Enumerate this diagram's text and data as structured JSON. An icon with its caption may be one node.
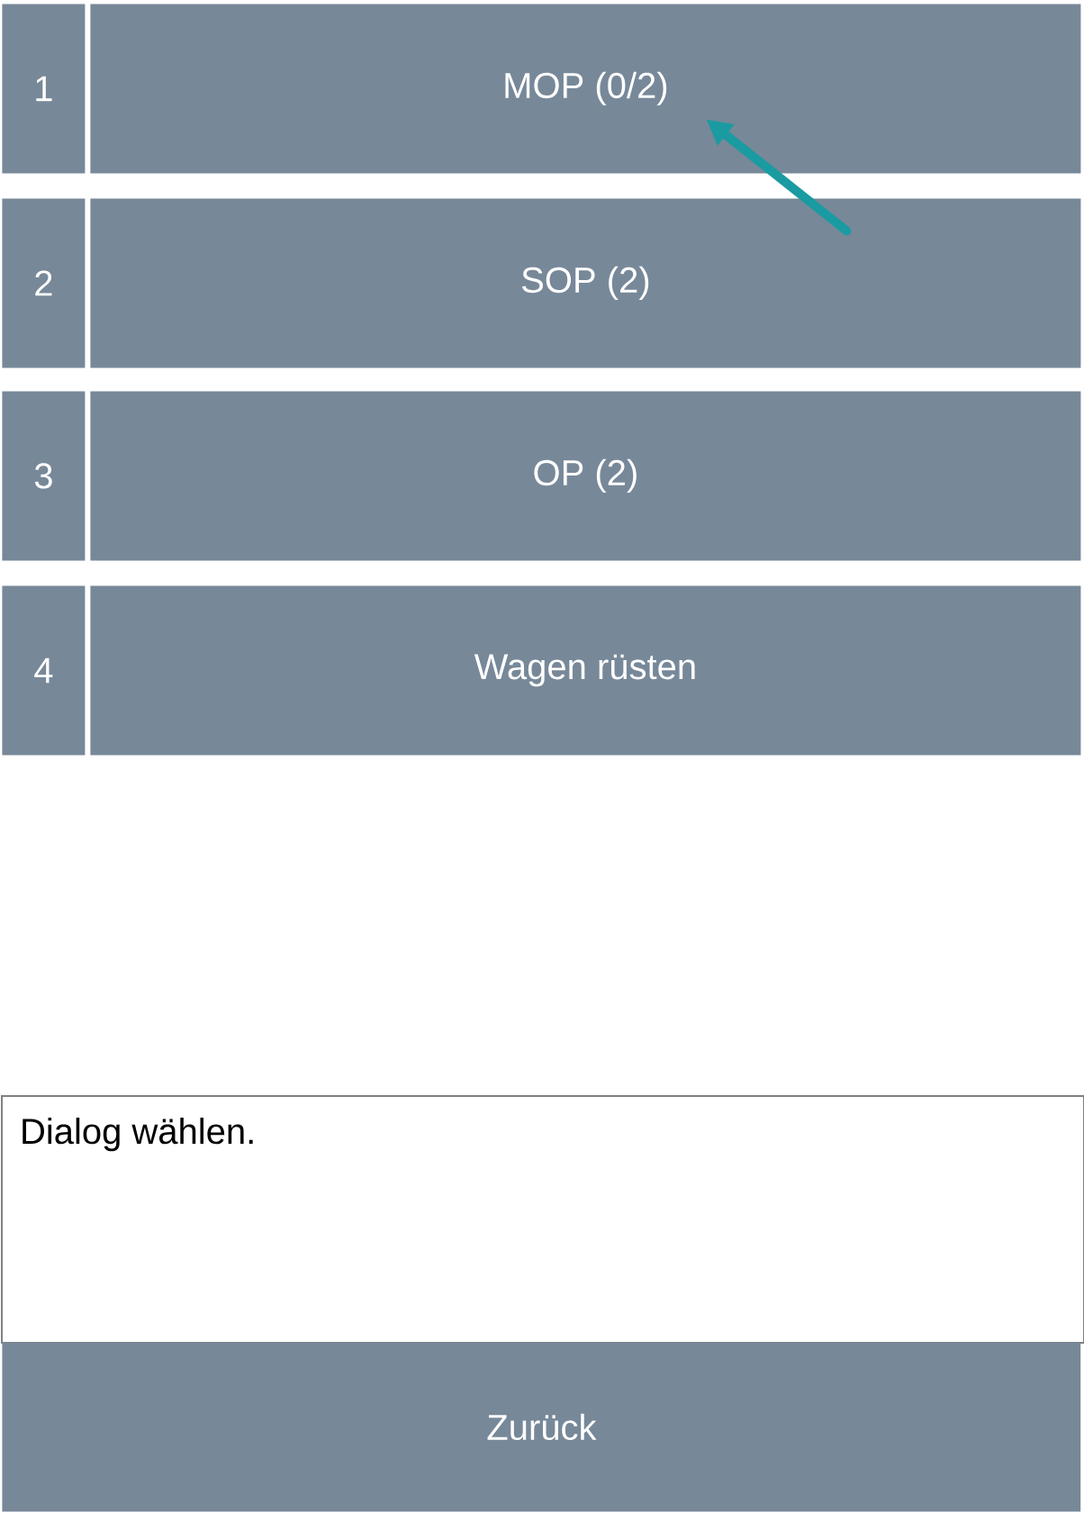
{
  "diagram": {
    "nodes": [
      {
        "text": [
          "1"
        ]
      },
      {
        "text": [
          "MOP (0/2)"
        ]
      },
      {
        "text": [
          "2"
        ]
      },
      {
        "text": [
          "SOP (2)"
        ]
      },
      {
        "text": [
          "3"
        ]
      },
      {
        "text": [
          "OP (2)"
        ]
      },
      {
        "text": [
          "4"
        ]
      },
      {
        "text": [
          "Wagen rüsten"
        ]
      },
      {
        "text": [
          "Dialog wählen."
        ]
      },
      {
        "text": [
          "Zurück"
        ]
      }
    ],
    "edges": [
      {
        "from": 3,
        "to": 1,
        "arrow": "to",
        "color": "#1a9ba1"
      }
    ]
  }
}
